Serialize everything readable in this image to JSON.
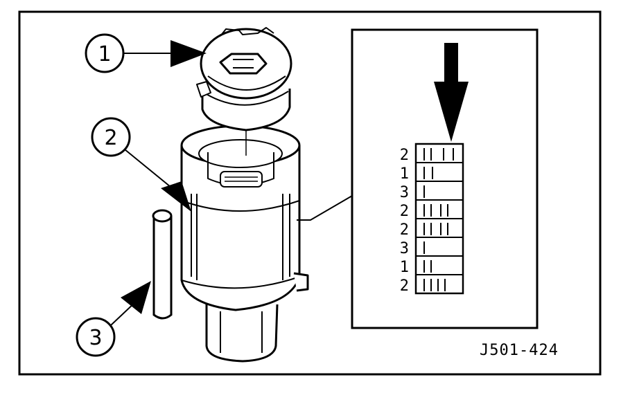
{
  "callouts": [
    "1",
    "2",
    "3"
  ],
  "key_code_digits": [
    "2",
    "1",
    "3",
    "2",
    "2",
    "3",
    "1",
    "2"
  ],
  "figure_reference": "J501-424"
}
